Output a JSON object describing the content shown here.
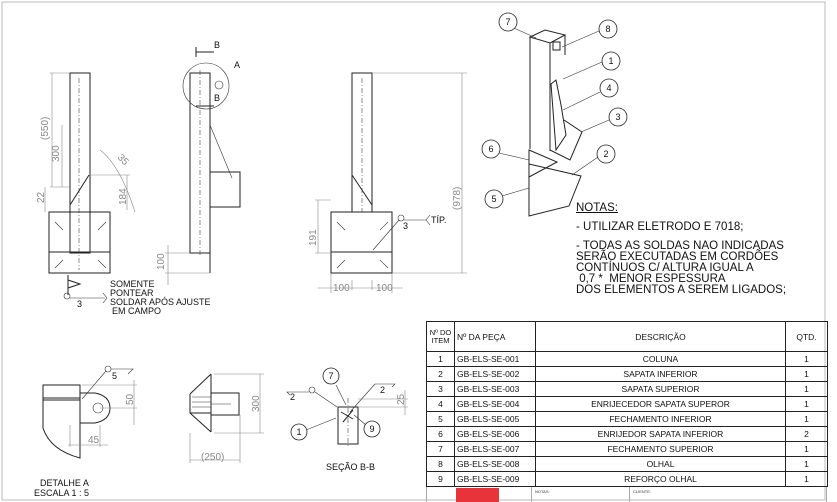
{
  "views": {
    "front": {
      "dims": [
        "(550)",
        "300",
        "22",
        "184",
        "35"
      ],
      "weld_note": [
        "SOMENTE",
        "PONTEAR",
        "SOLDAR APÓS AJUSTE",
        "EM CAMPO"
      ],
      "weld_size": "3"
    },
    "side": {
      "section_marks": [
        "B",
        "B"
      ],
      "detail_mark": "A",
      "dims": [
        "100"
      ]
    },
    "right": {
      "dims": [
        "(978)",
        "191",
        "100",
        "100"
      ],
      "weld_size": "3",
      "weld_note": "TÍP."
    },
    "detail_a": {
      "title": "DETALHE A",
      "scale": "ESCALA 1 : 5",
      "dims": [
        "50",
        "45"
      ],
      "weld_size": "5"
    },
    "top_view": {
      "dims": [
        "300",
        "(250)"
      ]
    },
    "section_bb": {
      "title": "SEÇÃO B-B",
      "dims": [
        "25"
      ],
      "weld_sizes": [
        "2",
        "2"
      ],
      "balloons": [
        "7",
        "1",
        "9"
      ]
    },
    "iso": {
      "balloons": [
        "7",
        "8",
        "1",
        "4",
        "3",
        "6",
        "2",
        "5"
      ]
    }
  },
  "notes": {
    "title": "NOTAS:",
    "lines": [
      "- UTILIZAR ELETRODO E 7018;",
      "- TODAS AS SOLDAS NAO INDICADAS\nSERÃO EXECUTADAS EM CORDÕES\nCONTÍNUOS C/ ALTURA IGUAL A\n 0,7 *  MENOR ESPESSURA\nDOS ELEMENTOS A SEREM LIGADOS;"
    ]
  },
  "bom": {
    "headers": [
      "Nº DO ITEM",
      "Nº DA PEÇA",
      "DESCRIÇÃO",
      "QTD."
    ],
    "rows": [
      {
        "item": "1",
        "part": "GB-ELS-SE-001",
        "desc": "COLUNA",
        "qty": "1"
      },
      {
        "item": "2",
        "part": "GB-ELS-SE-002",
        "desc": "SAPATA INFERIOR",
        "qty": "1"
      },
      {
        "item": "3",
        "part": "GB-ELS-SE-003",
        "desc": "SAPATA SUPERIOR",
        "qty": "1"
      },
      {
        "item": "4",
        "part": "GB-ELS-SE-004",
        "desc": "ENRIJECEDOR SAPATA SUPEROR",
        "qty": "1"
      },
      {
        "item": "5",
        "part": "GB-ELS-SE-005",
        "desc": "FECHAMENTO INFERIOR",
        "qty": "1"
      },
      {
        "item": "6",
        "part": "GB-ELS-SE-006",
        "desc": "ENRIJEDOR SAPATA INFERIOR",
        "qty": "2"
      },
      {
        "item": "7",
        "part": "GB-ELS-SE-007",
        "desc": "FECHAMENTO SUPERIOR",
        "qty": "1"
      },
      {
        "item": "8",
        "part": "GB-ELS-SE-008",
        "desc": "OLHAL",
        "qty": "1"
      },
      {
        "item": "9",
        "part": "GB-ELS-SE-009",
        "desc": "REFORÇO OLHAL",
        "qty": "1"
      }
    ]
  },
  "title_block": {
    "notes_label": "NOTAS:",
    "client_label": "CLIENTE:",
    "logo_color": "#e8333a"
  }
}
